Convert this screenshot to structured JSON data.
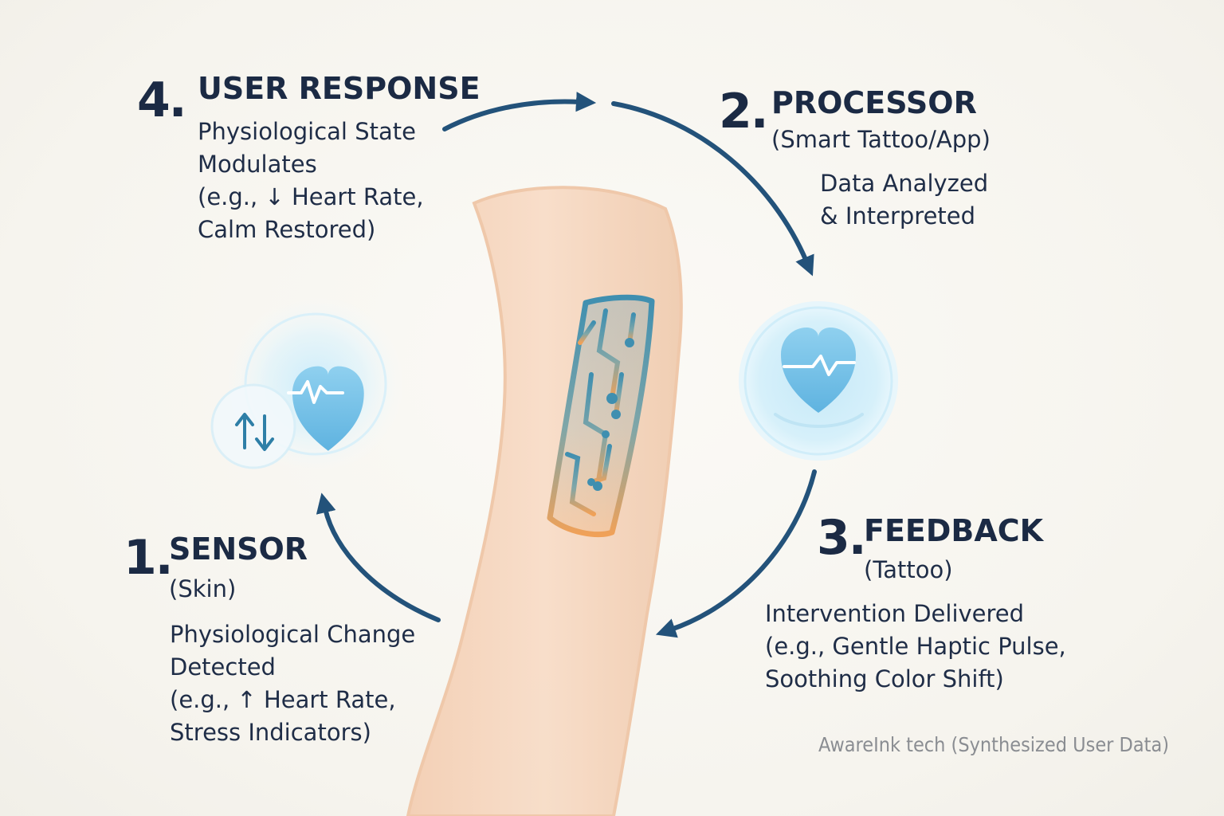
{
  "steps": {
    "user_response": {
      "number": "4.",
      "title": "USER RESPONSE",
      "body": [
        "Physiological State",
        "Modulates",
        "(e.g., ↓ Heart Rate,",
        "Calm Restored)"
      ]
    },
    "processor": {
      "number": "2.",
      "title": "PROCESSOR",
      "subtitle": "(Smart Tattoo/App)",
      "body": [
        "Data Analyzed",
        "& Interpreted"
      ]
    },
    "sensor": {
      "number": "1.",
      "title": "SENSOR",
      "subtitle": "(Skin)",
      "body": [
        "Physiological Change",
        "Detected",
        "(e.g., ↑ Heart Rate,",
        "Stress Indicators)"
      ]
    },
    "feedback": {
      "number": "3.",
      "title": "FEEDBACK",
      "subtitle": "(Tattoo)",
      "body": [
        "Intervention Delivered",
        "(e.g., Gentle Haptic Pulse,",
        "Soothing Color Shift)"
      ]
    }
  },
  "icons": {
    "sensor_icon": "heart-pulse-icon",
    "sensor_arrows": "up-down-arrows-icon",
    "feedback_icon": "heart-pulse-icon",
    "tattoo": "circuit-tattoo-icon"
  },
  "colors": {
    "arrow": "#23527a",
    "text": "#1b2a44",
    "heart": "#7cc4e8",
    "glow": "#bfe6f7",
    "skin": "#f6d9c2"
  },
  "credit": "AwareInk tech (Synthesized User Data)"
}
